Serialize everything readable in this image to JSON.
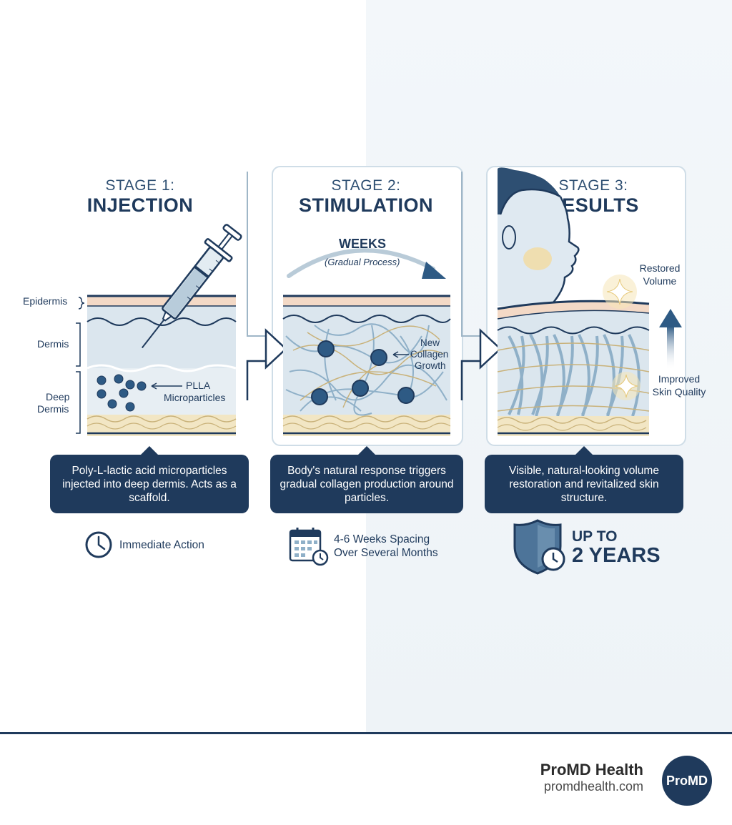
{
  "stages": [
    {
      "number_label": "STAGE 1:",
      "name": "INJECTION",
      "caption": "Poly-L-lactic acid microparticles injected into deep dermis. Acts as a scaffold.",
      "footnote": "Immediate Action",
      "footnote_icon": "clock-icon"
    },
    {
      "number_label": "STAGE 2:",
      "name": "STIMULATION",
      "caption": "Body's natural response triggers gradual collagen production around particles.",
      "footnote_line1": "4-6 Weeks Spacing",
      "footnote_line2": "Over Several Months",
      "footnote_icon": "calendar-icon"
    },
    {
      "number_label": "STAGE 3:",
      "name": "RESULTS",
      "caption": "Visible, natural-looking volume restoration and revitalized skin structure.",
      "footnote_line1": "UP TO",
      "footnote_line2": "2 YEARS",
      "footnote_icon": "shield-clock-icon"
    }
  ],
  "layers": {
    "epidermis": "Epidermis",
    "dermis": "Dermis",
    "deep_line1": "Deep",
    "deep_line2": "Dermis"
  },
  "annotations": {
    "plla_line1": "PLLA",
    "plla_line2": "Microparticles",
    "weeks": "WEEKS",
    "gradual": "(Gradual Process)",
    "collagen_line1": "New",
    "collagen_line2": "Collagen",
    "collagen_line3": "Growth",
    "restored_line1": "Restored",
    "restored_line2": "Volume",
    "improved_line1": "Improved",
    "improved_line2": "Skin Quality"
  },
  "brand": {
    "name": "ProMD Health",
    "url": "promdhealth.com",
    "logo_text": "ProMD"
  },
  "colors": {
    "navy": "#1f3a5c",
    "skin_top": "#f3d9c6",
    "dermis_blue": "#dbe6ee",
    "fat_yellow": "#f2e6c4",
    "collagen_blue": "#8fb0c8",
    "collagen_gold": "#c9b27a"
  }
}
